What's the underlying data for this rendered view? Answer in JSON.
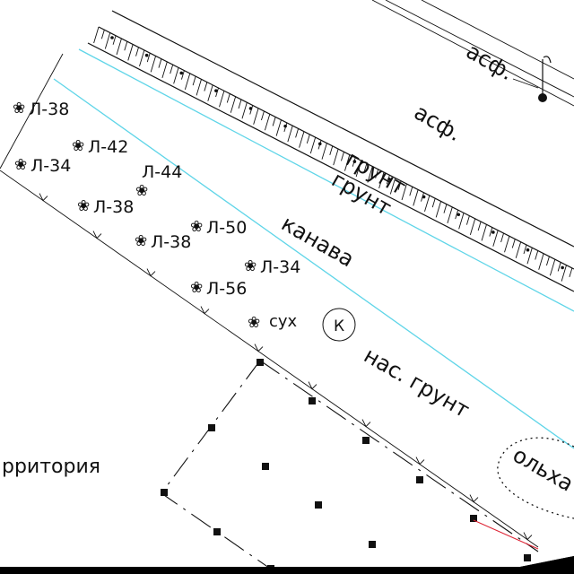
{
  "map": {
    "labels": {
      "asphalt_top": "асф.",
      "asphalt_right": "асф.",
      "ground_1": "грунт",
      "ground_2": "грунт",
      "ditch": "канава",
      "wet_ground": "нас. грунт",
      "territory": "рритория",
      "alder": "ольха",
      "dry": "сух",
      "well_symbol": "К"
    },
    "trees": [
      {
        "label": "Л-38"
      },
      {
        "label": "Л-34"
      },
      {
        "label": "Л-42"
      },
      {
        "label": "Л-44"
      },
      {
        "label": "Л-38"
      },
      {
        "label": "Л-50"
      },
      {
        "label": "Л-38"
      },
      {
        "label": "Л-34"
      },
      {
        "label": "Л-56"
      }
    ],
    "colors": {
      "background": "#ffffff",
      "lines": "#111111",
      "ditch_edge": "#5fd5e8",
      "frame": "#000000"
    }
  }
}
